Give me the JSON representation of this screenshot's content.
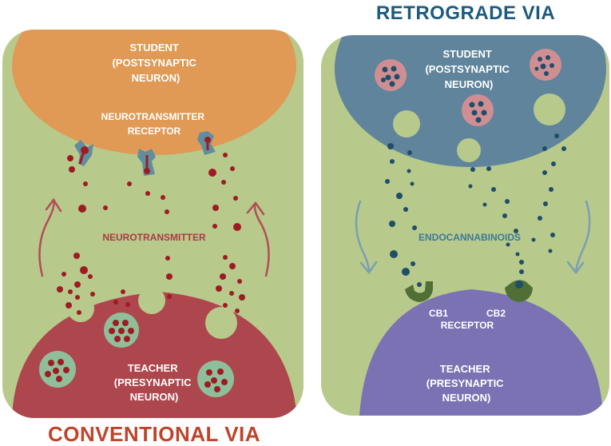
{
  "conventional": {
    "heading": "CONVENTIONAL VIA",
    "student": [
      "STUDENT",
      "(POSTSYNAPTIC",
      "NEURON)"
    ],
    "receptor": [
      "NEUROTRANSMITTER",
      "RECEPTOR"
    ],
    "messenger": "NEUROTRANSMITTER",
    "teacher": [
      "TEACHER",
      "(PRESYNAPTIC",
      "NEURON)"
    ]
  },
  "retrograde": {
    "heading": "RETROGRADE VIA",
    "student": [
      "STUDENT",
      "(POSTSYNAPTIC",
      "NEURON)"
    ],
    "messenger": "ENDOCANNABINOIDS",
    "cb1": "CB1",
    "cb2": "CB2",
    "receptor": "RECEPTOR",
    "teacher": [
      "TEACHER",
      "(PRESYNAPTIC",
      "NEURON)"
    ]
  },
  "colors": {
    "panel": "#b8c98c",
    "student_left": "#e09a55",
    "teacher_left": "#ad464d",
    "student_right": "#5f849c",
    "teacher_right": "#7b72b3",
    "vesicle_left": "#8fbf9a",
    "vesicle_right": "#cf8f92",
    "neurotransmitter": "#9e1b22",
    "endocannabinoid": "#1f4e68",
    "receptor_left": "#5f8f9f",
    "receptor_right": "#4f6f35",
    "heading_left": "#c0432a",
    "heading_right": "#1d5a7f",
    "arrow_left": "#b14e55",
    "arrow_right": "#7a9fb3"
  }
}
